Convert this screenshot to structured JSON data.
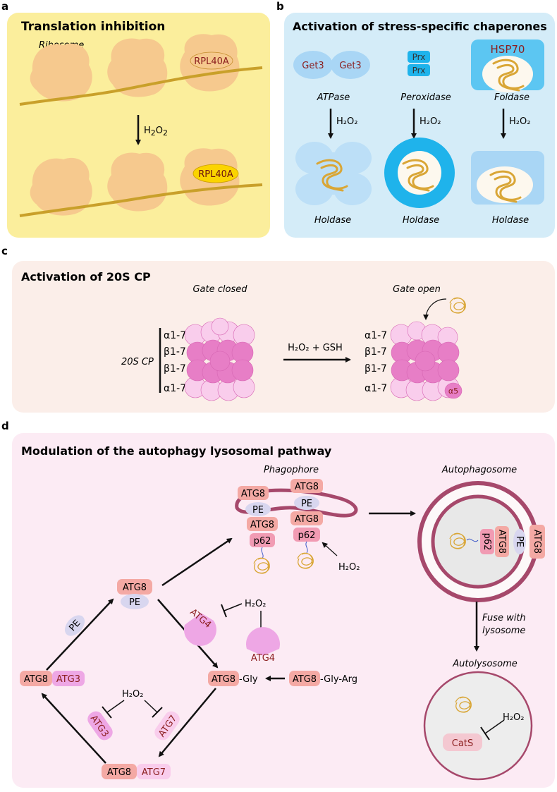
{
  "colors": {
    "panel_a_bg": "#fbee9c",
    "panel_b_bg": "#d4ecf8",
    "panel_c_bg": "#fbeee9",
    "panel_d_bg": "#fcebf4",
    "ribosome": "#f6c98e",
    "mrna": "#c9a02a",
    "protein": "#d9a636",
    "atg8": "#f4a9a4",
    "pe": "#d8d6ef",
    "atg_pink": "#eea7e5",
    "proteasome_dark": "#e77ec6",
    "proteasome_light": "#f9cdec",
    "membrane": "#a6486b",
    "chaperone_blue": "#a9d6f5",
    "prx_blue": "#1fb3eb"
  },
  "panel_a": {
    "letter": "a",
    "title": "Translation inhibition",
    "ribosome_label": "Ribosome",
    "rpl_top": "RPL40A",
    "rpl_bottom": "RPL40A",
    "arrow_label": "H",
    "arrow_sub": "2",
    "arrow_label2": "O",
    "arrow_sub2": "2"
  },
  "panel_b": {
    "letter": "b",
    "title": "Activation of stress-specific chaperones",
    "get3_a": "Get3",
    "get3_b": "Get3",
    "prx_a": "Prx",
    "prx_b": "Prx",
    "hsp70": "HSP70",
    "atpase": "ATPase",
    "peroxidase": "Peroxidase",
    "foldase": "Foldase",
    "h2o2": "H₂O₂",
    "holdase_1": "Holdase",
    "holdase_2": "Holdase",
    "holdase_3": "Holdase"
  },
  "panel_c": {
    "letter": "c",
    "title": "Activation of 20S CP",
    "gate_closed": "Gate closed",
    "gate_open": "Gate open",
    "cp_label": "20S CP",
    "rings": [
      "α1-7",
      "β1-7",
      "β1-7",
      "α1-7"
    ],
    "arrow_label": "H₂O₂ + GSH",
    "alpha5": "α5"
  },
  "panel_d": {
    "letter": "d",
    "title": "Modulation of the autophagy lysosomal pathway",
    "phagophore": "Phagophore",
    "autophagosome": "Autophagosome",
    "autolysosome": "Autolysosome",
    "fuse": [
      "Fuse with",
      "lysosome"
    ],
    "atg8": "ATG8",
    "pe": "PE",
    "p62": "p62",
    "atg3": "ATG3",
    "atg4": "ATG4",
    "atg7": "ATG7",
    "gly": "-Gly",
    "gly_arg": "-Gly-Arg",
    "h2o2": "H₂O₂",
    "cats": "CatS"
  }
}
